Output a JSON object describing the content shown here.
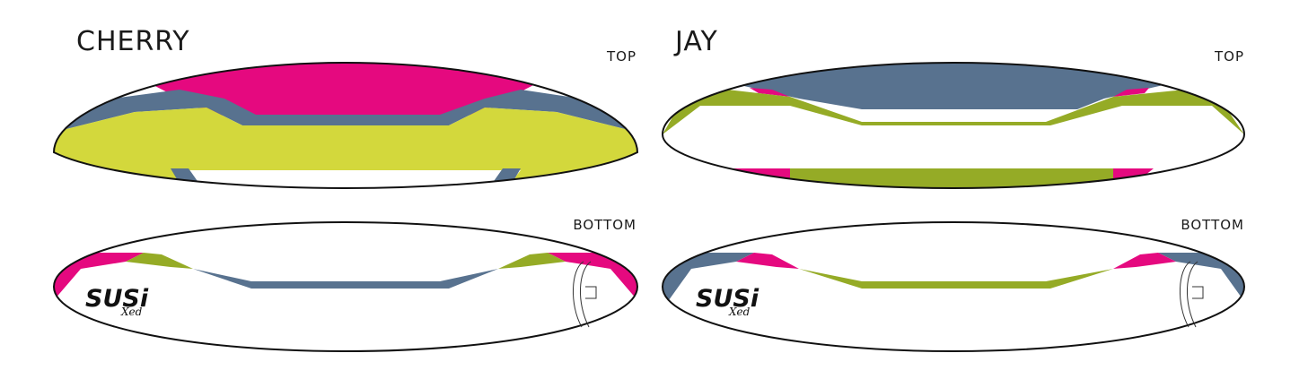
{
  "colors": {
    "pink": "#e5097f",
    "yellow": "#d3d83c",
    "blue": "#58728f",
    "green": "#95ab26",
    "white": "#ffffff",
    "outline": "#111111"
  },
  "variants": [
    {
      "name": "CHERRY",
      "top_label": "TOP",
      "bottom_label": "BOTTOM",
      "top_colors": [
        "pink",
        "green",
        "blue",
        "yellow"
      ],
      "bottom_colors": [
        "pink",
        "green",
        "blue"
      ]
    },
    {
      "name": "JAY",
      "top_label": "TOP",
      "bottom_label": "BOTTOM",
      "top_colors": [
        "blue",
        "pink",
        "green"
      ],
      "bottom_colors": [
        "blue",
        "pink",
        "green"
      ]
    }
  ],
  "logo": {
    "brand": "SUSi",
    "sub": "Xed",
    "icon": "paraglider-brand-icon"
  }
}
